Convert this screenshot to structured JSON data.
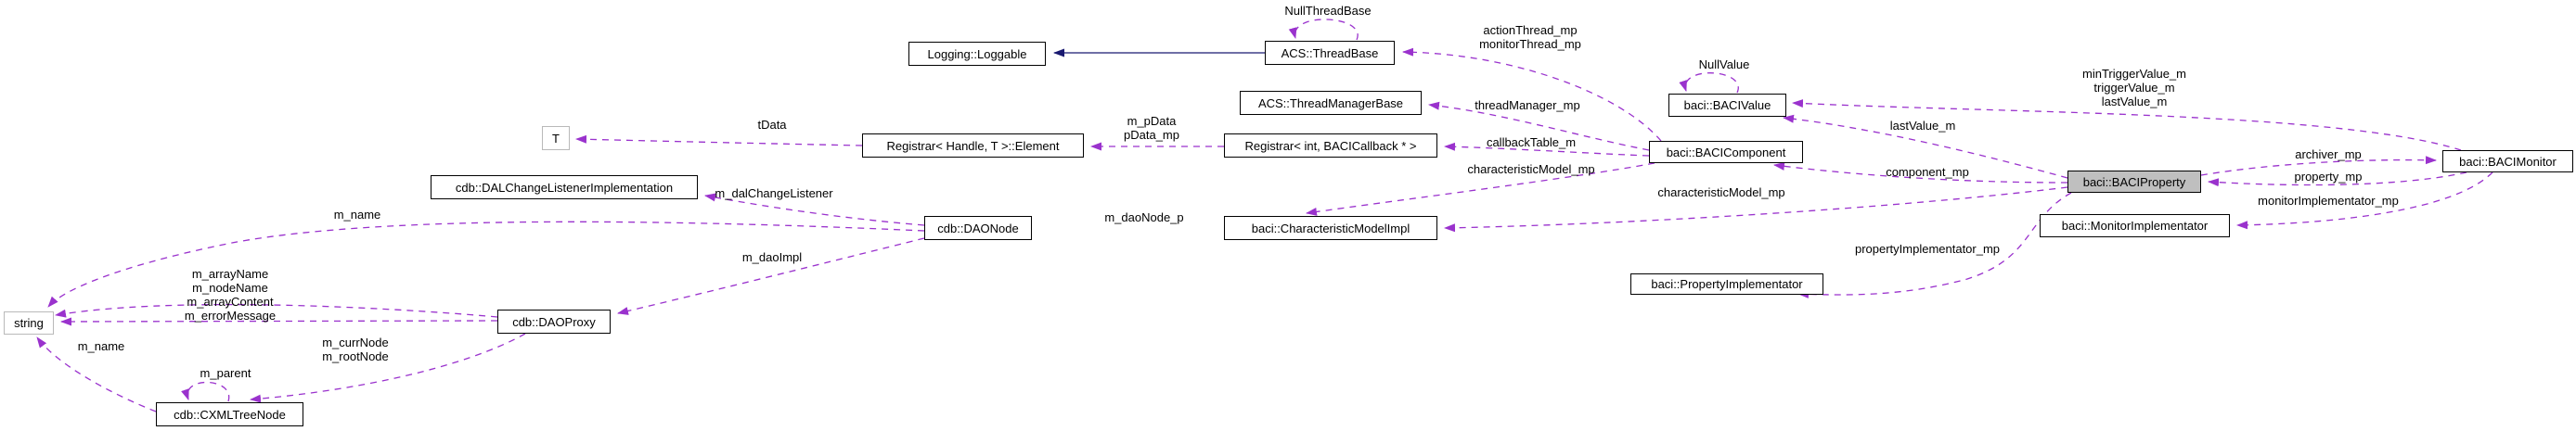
{
  "diagram_title": "baci::BACIProperty collaboration graph",
  "colors": {
    "member_edge": "#9a32cd",
    "inheritance_edge": "#191970",
    "selected_node_fill": "#bfbfbf",
    "node_border": "#000000",
    "external_node_border": "#b9b9b9",
    "background": "#ffffff"
  },
  "nodes": [
    {
      "label": "Logging::Loggable"
    },
    {
      "label": "ACS::ThreadBase"
    },
    {
      "label": "ACS::ThreadManagerBase"
    },
    {
      "label": "baci::BACIValue"
    },
    {
      "label": "Registrar< Handle, T >::Element"
    },
    {
      "label": "Registrar< int, BACICallback * >"
    },
    {
      "label": "T"
    },
    {
      "label": "baci::BACIComponent"
    },
    {
      "label": "baci::BACIMonitor"
    },
    {
      "label": "baci::BACIProperty"
    },
    {
      "label": "cdb::DALChangeListenerImplementation"
    },
    {
      "label": "baci::MonitorImplementator"
    },
    {
      "label": "cdb::DAONode"
    },
    {
      "label": "baci::CharacteristicModelImpl"
    },
    {
      "label": "baci::PropertyImplementator"
    },
    {
      "label": "string"
    },
    {
      "label": "cdb::DAOProxy"
    },
    {
      "label": "cdb::CXMLTreeNode"
    }
  ],
  "labels": {
    "null_thread_base": "NullThreadBase",
    "action_thread_mp": "actionThread_mp",
    "monitor_thread_mp": "monitorThread_mp",
    "thread_manager_mp": "threadManager_mp",
    "callback_table_m": "callbackTable_m",
    "characteristic_model_mp_1": "characteristicModel_mp",
    "m_pdata": "m_pData",
    "pdata_mp": "pData_mp",
    "tdata": "tData",
    "null_value": "NullValue",
    "min_trigger_value_m": "minTriggerValue_m",
    "trigger_value_m": "triggerValue_m",
    "last_value_m_top": "lastValue_m",
    "last_value_m": "lastValue_m",
    "component_mp": "component_mp",
    "characteristic_model_mp_2": "characteristicModel_mp",
    "archiver_mp": "archiver_mp",
    "property_mp": "property_mp",
    "monitor_implementator_mp": "monitorImplementator_mp",
    "property_implementator_mp": "propertyImplementator_mp",
    "m_dal_change_listener": "m_dalChangeListener",
    "m_name_1": "m_name",
    "m_dao_node_p": "m_daoNode_p",
    "m_dao_impl": "m_daoImpl",
    "m_array_name": "m_arrayName",
    "m_node_name": "m_nodeName",
    "m_array_content": "m_arrayContent",
    "m_error_message": "m_errorMessage",
    "m_name_2": "m_name",
    "m_curr_node": "m_currNode",
    "m_root_node": "m_rootNode",
    "m_parent": "m_parent"
  }
}
